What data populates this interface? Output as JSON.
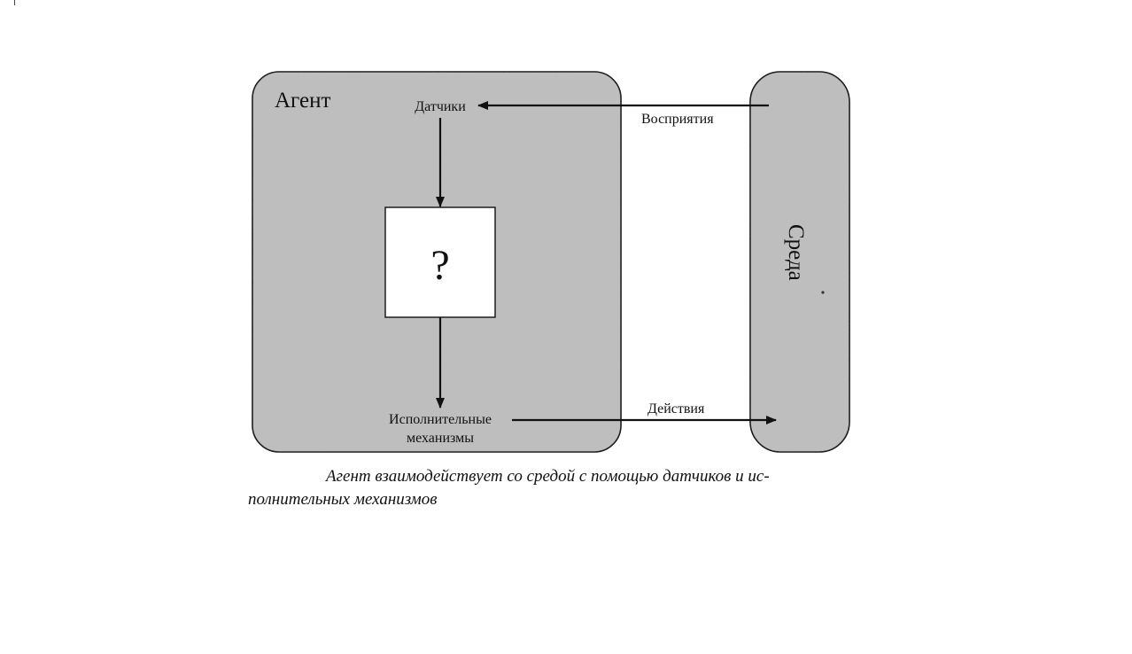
{
  "diagram": {
    "agent_label": "Агент",
    "environment_label": "Среда",
    "sensors_label": "Датчики",
    "unknown_symbol": "?",
    "actuators_label_line1": "Исполнительные",
    "actuators_label_line2": "механизмы",
    "percepts_label": "Восприятия",
    "actions_label": "Действия",
    "colors": {
      "panel_fill": "#bdbdbd",
      "panel_stroke": "#111111",
      "box_fill": "#ffffff",
      "arrow": "#111111"
    }
  },
  "caption": {
    "line1": "Агент взаимодействует со средой с помощью датчиков и ис-",
    "line2": "полнительных механизмов"
  }
}
